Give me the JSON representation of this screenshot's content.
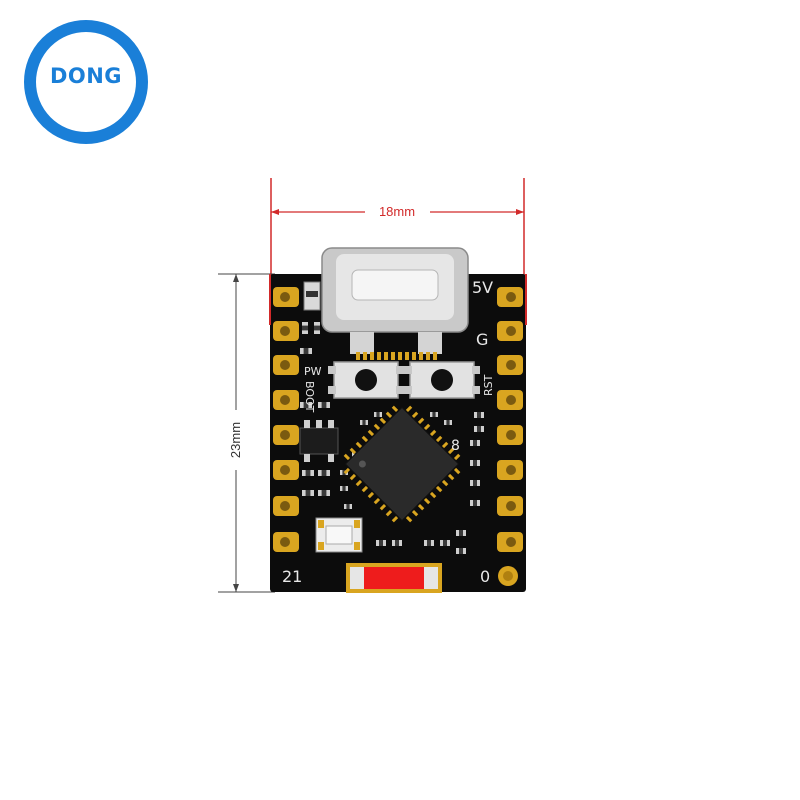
{
  "logo": {
    "text": "DONG"
  },
  "dimensions": {
    "width_label": "18mm",
    "height_label": "23mm"
  },
  "board": {
    "silkscreen": {
      "top_right_1": "5V",
      "top_right_2": "G",
      "left_button_1": "PW",
      "left_button_2": "BOOT",
      "right_button": "RST",
      "chip_label": "8",
      "bottom_left": "21",
      "bottom_right": "0"
    }
  },
  "colors": {
    "dimension_red": "#d22a2a",
    "dimension_dark": "#333333",
    "logo_blue": "#1a7fd8",
    "pcb_black": "#0c0c0c",
    "gold_pad": "#d9a520",
    "led_red": "#ee1c1c"
  }
}
